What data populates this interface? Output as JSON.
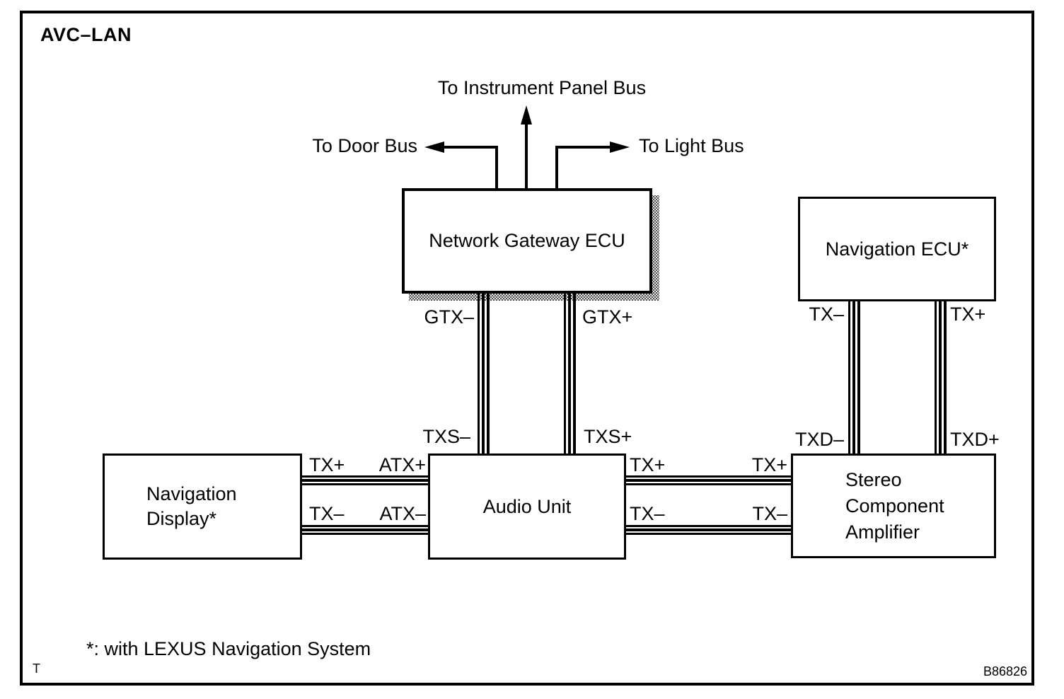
{
  "title": "AVC–LAN",
  "buses": {
    "instrument": "To Instrument Panel Bus",
    "door": "To Door Bus",
    "light": "To Light Bus"
  },
  "boxes": {
    "network_gateway": {
      "label": "Network Gateway ECU"
    },
    "navigation_ecu": {
      "label": "Navigation ECU*"
    },
    "navigation_display": {
      "line1": "Navigation",
      "line2": "Display*"
    },
    "audio_unit": {
      "label": "Audio Unit"
    },
    "stereo_amplifier": {
      "line1": "Stereo",
      "line2": "Component",
      "line3": "Amplifier"
    }
  },
  "wire_labels": {
    "gtx_minus": "GTX–",
    "gtx_plus": "GTX+",
    "txs_minus": "TXS–",
    "txs_plus": "TXS+",
    "nav_tx_minus": "TX–",
    "nav_tx_plus": "TX+",
    "txd_minus": "TXD–",
    "txd_plus": "TXD+",
    "disp_tx_plus": "TX+",
    "disp_atx_plus": "ATX+",
    "disp_tx_minus": "TX–",
    "disp_atx_minus": "ATX–",
    "amp_tx_plus_left": "TX+",
    "amp_tx_plus_right": "TX+",
    "amp_tx_minus_left": "TX–",
    "amp_tx_minus_right": "TX–"
  },
  "footnote": "*: with LEXUS Navigation System",
  "page_marker": "T",
  "figure_code": "B86826",
  "colors": {
    "line": "#000000",
    "background": "#ffffff"
  }
}
